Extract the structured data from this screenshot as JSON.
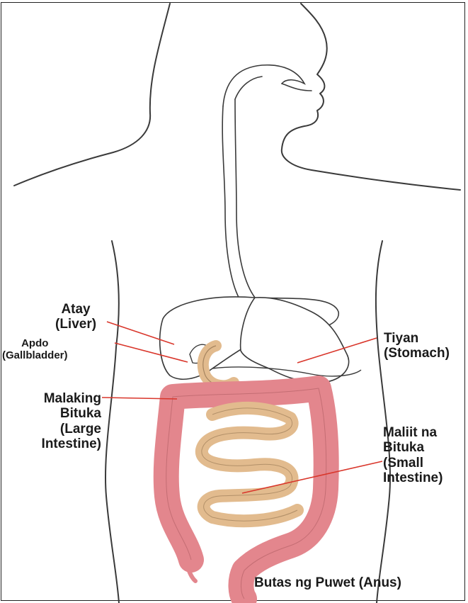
{
  "colors": {
    "outline": "#3a3a3a",
    "leader": "#d9362b",
    "large_intestine": "#e3868d",
    "small_intestine": "#e2bb8e",
    "frame": "#222222"
  },
  "labels": {
    "liver": {
      "line1": "Atay",
      "line2": "(Liver)"
    },
    "gallbladder": {
      "line1": "Apdo",
      "line2": "(Gallbladder)"
    },
    "stomach": {
      "line1": "Tiyan",
      "line2": "(Stomach)"
    },
    "large_intestine": {
      "line1": "Malaking",
      "line2": "Bituka",
      "line3": "(Large",
      "line4": "Intestine)"
    },
    "small_intestine": {
      "line1": "Maliit na",
      "line2": "Bituka",
      "line3": "(Small",
      "line4": "Intestine)"
    },
    "anus": {
      "line1": "Butas ng Puwet (Anus)"
    }
  }
}
